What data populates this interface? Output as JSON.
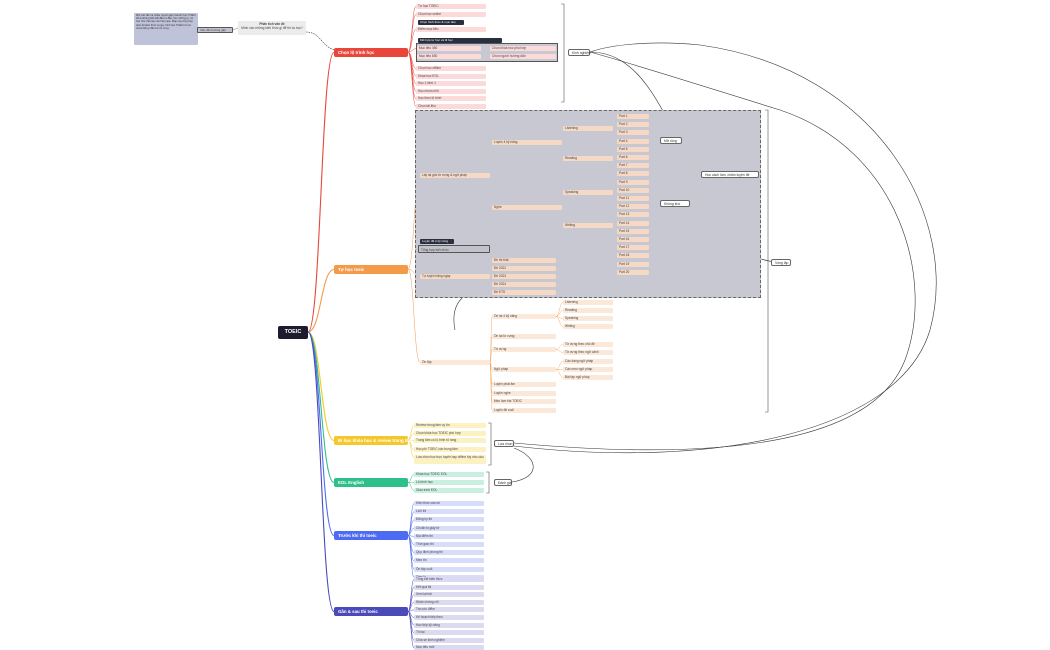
{
  "root": "TOEIC",
  "intro": {
    "note": "Một vấn đề mà nhiều người gặp phải khi học TOEIC đó là không biết bắt đầu từ đâu, học những gì, và học như thế nào cho hiệu quả. Map này tổng hợp toàn bộ kiến thức và quy trình học TOEIC từ lúc chưa biết gì đến lúc thi xong.",
    "link": "Vấn đề thường gặp",
    "question_title": "Phân tích vấn đề",
    "question": "Mình cần những kiến thức gì để thi và học?"
  },
  "categories": [
    {
      "label": "Chọn lộ trình học",
      "color": "#e8463a"
    },
    {
      "label": "Tự học toeic",
      "color": "#f39a4b"
    },
    {
      "label": "Đi học khóa học & review trung tâm",
      "color": "#f4c82b"
    },
    {
      "label": "EOL English",
      "color": "#2fbf8a"
    },
    {
      "label": "Trước khi thi toeic",
      "color": "#4d6bf2"
    },
    {
      "label": "Gần & sau thi toeic",
      "color": "#4a4ab8"
    }
  ],
  "branch1": {
    "items": [
      "Tự học TOEIC",
      "Chọn học online",
      "Chọn học offline",
      "Khóa học EOL",
      "Học 1 kèm 1",
      "Học nhóm nhỏ",
      "Học theo lộ trình",
      "Chọn tài liệu",
      "Luyện đề",
      "Thi thử",
      "Ôn luyện",
      "Thi thật"
    ],
    "highlight_title": "Chọn hình thức & mục tiêu",
    "highlight_item": "Điểm mục tiêu",
    "highlight_title2": "Kết hợp tự học và đi học",
    "mid": [
      "Chọn khóa học phù hợp",
      "Chọn người hướng dẫn"
    ],
    "grey": [
      "Mục tiêu 450",
      "Mục tiêu 650"
    ],
    "label": "Kinh nghiệm"
  },
  "branch2": {
    "group_items": [
      "Lấy lại gốc từ vựng & ngữ pháp",
      "Luyện 4 kỹ năng",
      "Nghe",
      "Đọc"
    ],
    "level3": [
      "Listening",
      "Reading",
      "Speaking",
      "Writing"
    ],
    "parts": [
      "Part 1",
      "Part 2",
      "Part 3",
      "Part 4",
      "Part 5",
      "Part 6",
      "Part 7",
      "Part 8",
      "Part 9",
      "Part 10",
      "Part 11",
      "Part 12",
      "Part 13",
      "Part 14",
      "Part 15",
      "Part 16",
      "Part 17",
      "Part 18",
      "Part 19",
      "Part 20"
    ],
    "mini": "Luyện đề 2 kỹ năng",
    "small_dark": "Tự luyện hằng ngày",
    "grey_item": "Tổng hợp kiến thức",
    "exam_items": [
      "Luyện đề 1",
      "Đề thi thật",
      "Đề 2022",
      "Đề 2023",
      "Đề 2024",
      "Đề ETS"
    ],
    "labels": [
      "Mở rộng",
      "Không khó",
      "Học cách làm, chăm luyện đề"
    ],
    "after": {
      "root_item": "Ôn tập",
      "sub1": "Ôn lại 4 kỹ năng",
      "sub1_items": [
        "Listening",
        "Reading",
        "Speaking",
        "Writing"
      ],
      "sub2": "Ôn lại từ vựng",
      "sub3": "Từ vựng",
      "sub3_items": [
        "Từ vựng theo chủ đề",
        "Từ vựng theo ngữ cảnh"
      ],
      "sub4": "Ngữ pháp",
      "sub4_items": [
        "Các dạng ngữ pháp",
        "Các mẹo ngữ pháp",
        "Bài tập ngữ pháp"
      ],
      "extra": [
        "Luyện phát âm",
        "Luyện nghe",
        "Mẹo làm bài TOEIC",
        "Luyện đề cuối"
      ]
    },
    "label": "Vòng lặp"
  },
  "branch3": {
    "items": [
      "Review trung tâm uy tín",
      "Chọn khóa học TOEIC phù hợp",
      "Trung tâm có lộ trình rõ ràng",
      "Học phí TOEIC các trung tâm",
      "Lựa chọn học trực tuyến hay offline tùy nhu cầu"
    ],
    "label": "Lựa chọn"
  },
  "branch4": {
    "items": [
      "Khóa học TOEIC EOL",
      "Lộ trình học",
      "Giáo trình EOL"
    ],
    "label": "Đánh giá"
  },
  "branch5": {
    "items": [
      "Kiến thức cần ôn",
      "Lịch thi",
      "Đăng ký thi",
      "Chuẩn bị giấy tờ",
      "Địa điểm thi",
      "Thời gian thi",
      "Quy định phòng thi",
      "Mẹo thi",
      "Ôn tập cuối",
      "Tâm lý"
    ]
  },
  "branch6": {
    "items": [
      "Tổng kết kiến thức",
      "Kết quả thi",
      "Xem lại bài",
      "Nhận chứng chỉ",
      "Tra cứu điểm",
      "Kế hoạch tiếp theo",
      "Học tiếp kỹ năng",
      "Thi lại",
      "Chia sẻ kinh nghiệm",
      "Mục tiêu mới"
    ]
  }
}
